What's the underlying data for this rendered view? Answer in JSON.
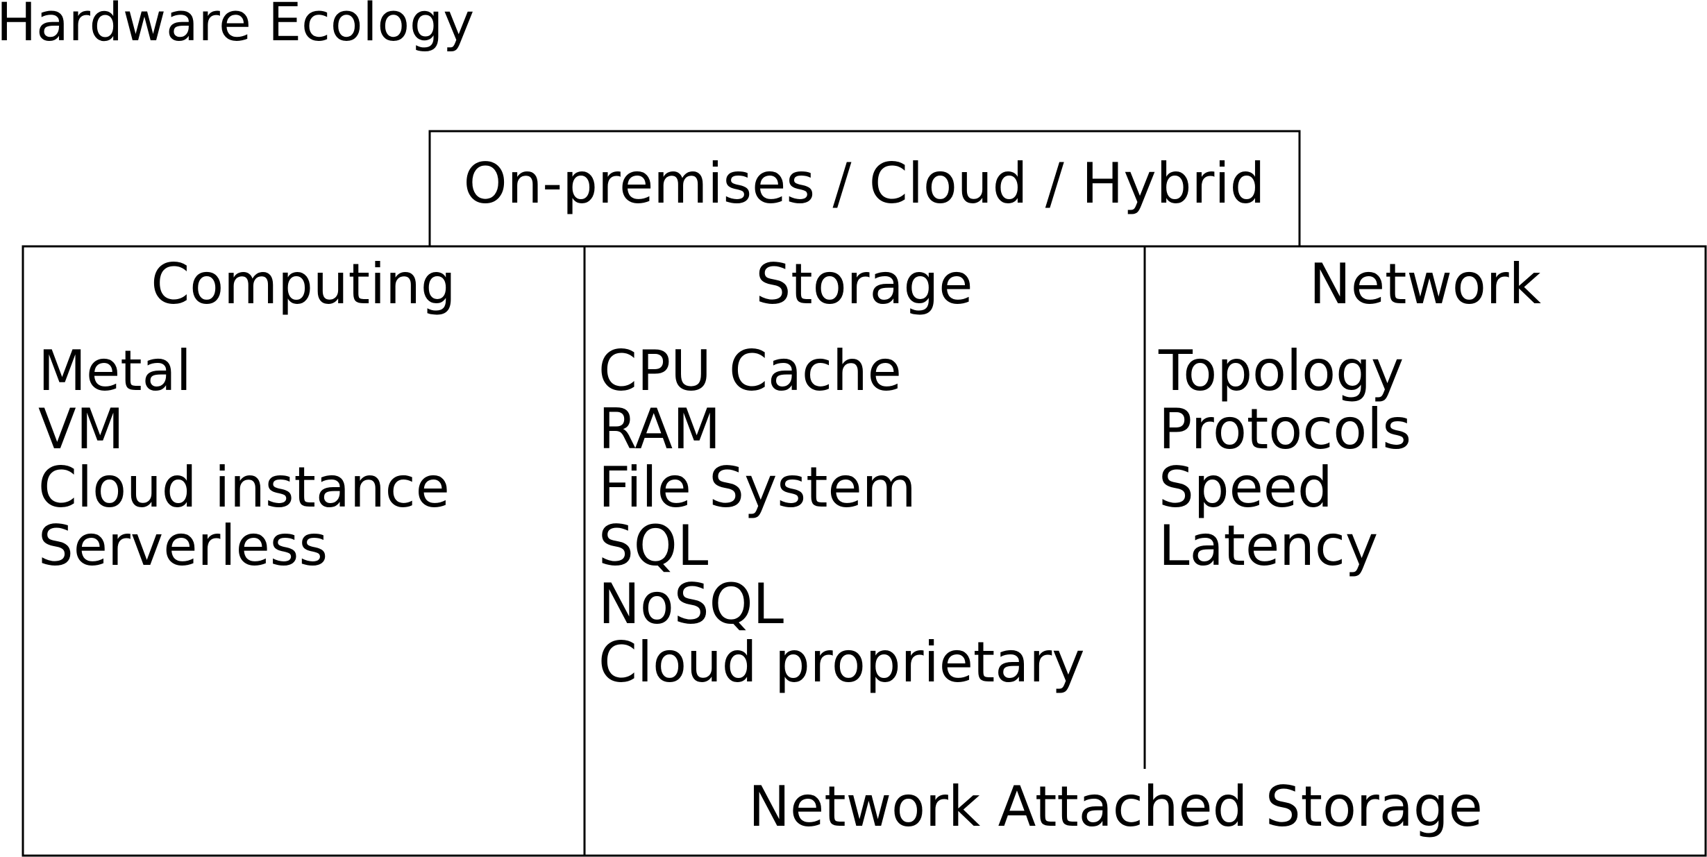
{
  "title": "Hardware Ecology",
  "deployment": "On-premises / Cloud / Hybrid",
  "columns": [
    {
      "heading": "Computing",
      "items": [
        "Metal",
        "VM",
        "Cloud instance",
        "Serverless"
      ]
    },
    {
      "heading": "Storage",
      "items": [
        "CPU Cache",
        "RAM",
        "File System",
        "SQL",
        "NoSQL",
        "Cloud proprietary"
      ]
    },
    {
      "heading": "Network",
      "items": [
        "Topology",
        "Protocols",
        "Speed",
        "Latency"
      ]
    }
  ],
  "shared_footer": "Network Attached Storage"
}
